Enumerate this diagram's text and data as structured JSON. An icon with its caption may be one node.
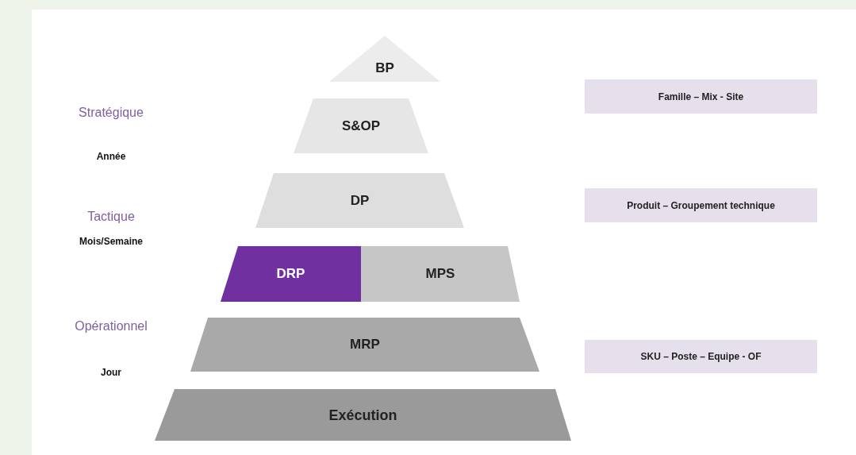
{
  "diagram": {
    "nodes": [
      {
        "text": [
          "BP"
        ]
      },
      {
        "text": [
          "Famille – Mix - Site"
        ]
      },
      {
        "text": [
          "S&OP"
        ]
      },
      {
        "text": [
          "DP"
        ]
      },
      {
        "text": [
          "Produit – Groupement technique"
        ]
      },
      {
        "text": [
          "DRP"
        ]
      },
      {
        "text": [
          "MPS"
        ]
      },
      {
        "text": [
          "MRP"
        ]
      },
      {
        "text": [
          "SKU – Poste – Equipe - OF"
        ]
      },
      {
        "text": [
          "Exécution"
        ]
      }
    ],
    "edges": [],
    "labels": [
      "Stratégique",
      "Année",
      "Tactique",
      "Mois/Semaine",
      "Opérationnel",
      "Jour"
    ]
  }
}
